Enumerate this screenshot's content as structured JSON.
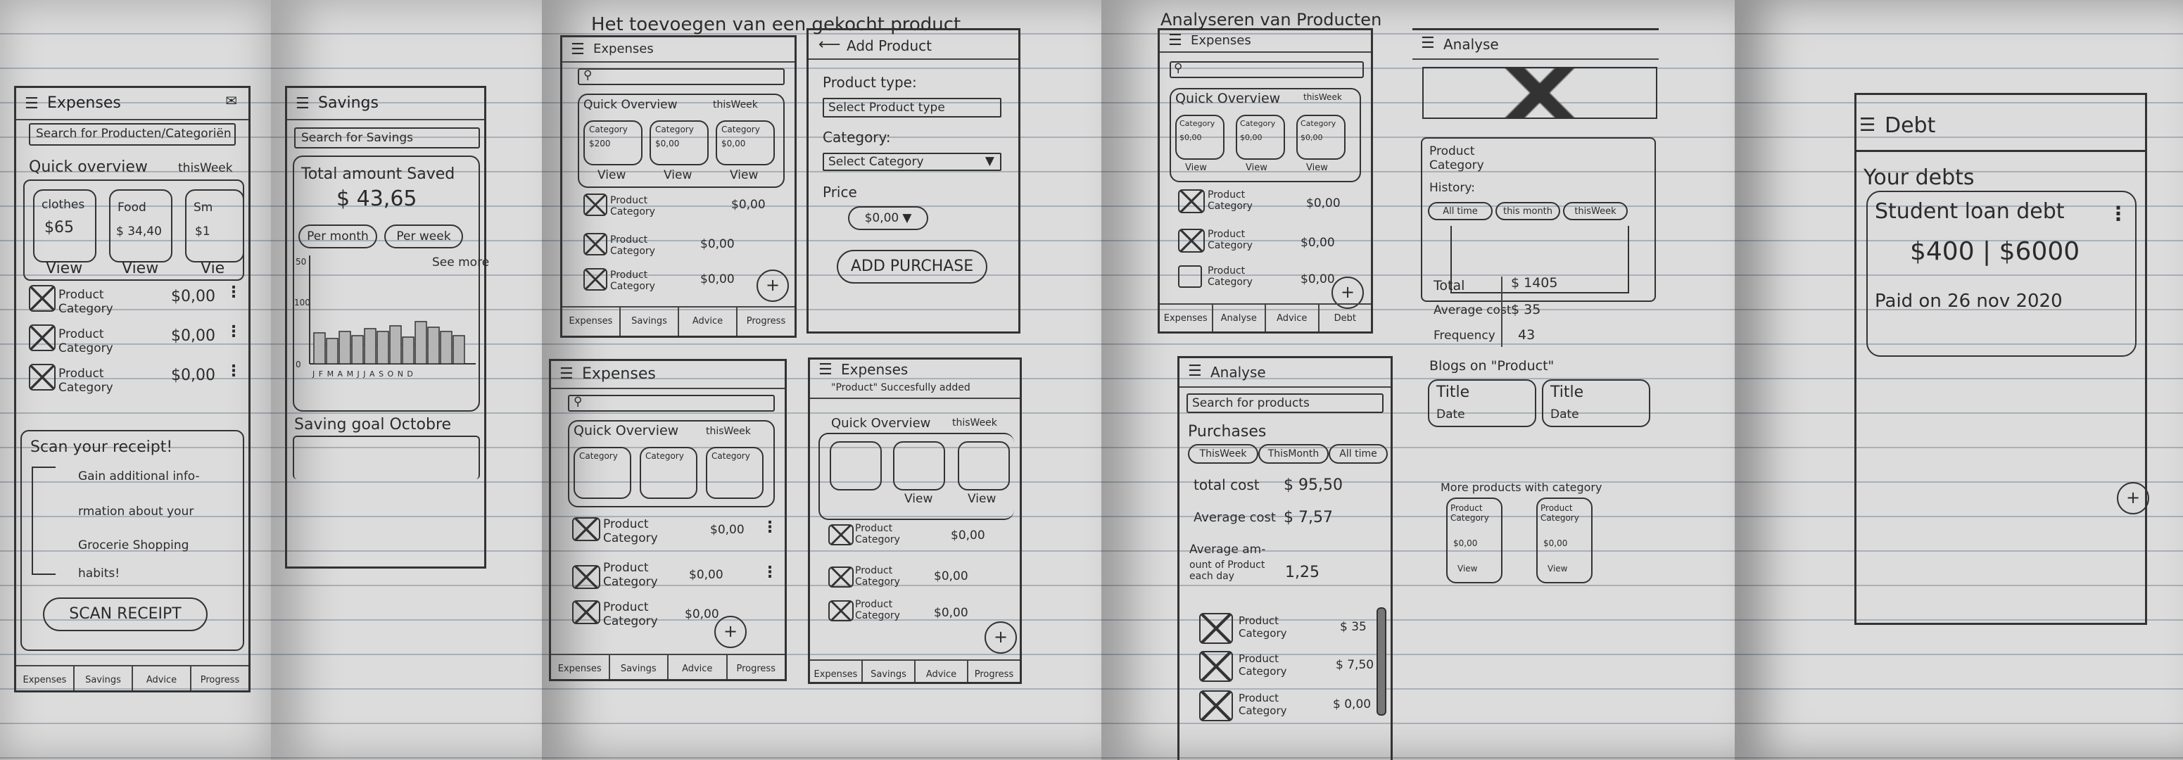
{
  "sketch1": {
    "expenses_title": "Expenses",
    "search": "Search for Producten/Categoriën",
    "quick_overview": "Quick overview",
    "this_week": "thisWeek",
    "cards": [
      {
        "label": "clothes",
        "value": "$65",
        "btn": "View"
      },
      {
        "label": "Food",
        "value": "$ 34,40",
        "btn": "View"
      },
      {
        "label": "Sm",
        "value": "$1",
        "btn": "Vie"
      }
    ],
    "products": [
      {
        "name": "Product Category",
        "price": "$0,00"
      },
      {
        "name": "Product Category",
        "price": "$0,00"
      },
      {
        "name": "Product Category",
        "price": "$0,00"
      }
    ],
    "scan_title": "Scan your receipt!",
    "scan_text": [
      "Gain additional info-",
      "rmation about your",
      "Grocerie Shopping",
      "habits!"
    ],
    "scan_button": "SCAN RECEIPT",
    "nav": [
      "Expenses",
      "Savings",
      "Advice",
      "Progress"
    ],
    "savings_title": "Savings",
    "savings_search": "Search for Savings",
    "total_label": "Total amount Saved",
    "total_value": "$ 43,65",
    "per_month": "Per month",
    "per_week": "Per week",
    "see_more": "See more",
    "y_top": "50",
    "y_mid": "100",
    "y_zero": "0",
    "months": "J F M A M J J A S O N D",
    "saving_goal": "Saving goal Octobre"
  },
  "sketch2": {
    "heading": "Het toevoegen van een gekocht product",
    "expenses_title": "Expenses",
    "quick_overview": "Quick Overview",
    "this_week": "thisWeek",
    "cards": [
      {
        "label": "Category",
        "value": "$200",
        "btn": "View"
      },
      {
        "label": "Category",
        "value": "$0,00",
        "btn": "View"
      },
      {
        "label": "Category",
        "value": "$0,00",
        "btn": "View"
      }
    ],
    "products": [
      {
        "name": "Product Category",
        "price": "$0,00"
      },
      {
        "name": "Product Category",
        "price": "$0,00"
      },
      {
        "name": "Product Category",
        "price": "$0,00"
      }
    ],
    "nav": [
      "Expenses",
      "Savings",
      "Advice",
      "Progress"
    ],
    "add_title": "Add Product",
    "product_type": "Product type:",
    "select_type": "Select Product type",
    "category_label": "Category:",
    "select_category": "Select Category",
    "price_label": "Price",
    "price_value": "$0,00",
    "add_purchase": "ADD PURCHASE",
    "success_msg": "\"Product\" Succesfully added"
  },
  "sketch3": {
    "heading": "Analyseren van Producten",
    "expenses_title": "Expenses",
    "quick_overview": "Quick Overview",
    "this_week": "thisWeek",
    "cards": [
      {
        "label": "Category",
        "value": "$0,00",
        "btn": "View"
      },
      {
        "label": "Category",
        "value": "$0,00",
        "btn": "View"
      },
      {
        "label": "Category",
        "value": "$0,00",
        "btn": "View"
      }
    ],
    "products": [
      {
        "name": "Product Category",
        "price": "$0,00"
      },
      {
        "name": "Product Category",
        "price": "$0,00"
      },
      {
        "name": "Product Category",
        "price": "$0,00"
      }
    ],
    "nav": [
      "Expenses",
      "Analyse",
      "Advice",
      "Debt"
    ],
    "analyse_title": "Analyse",
    "search": "Search for products",
    "purchases": "Purchases",
    "filters": [
      "ThisWeek",
      "ThisMonth",
      "All time"
    ],
    "total_cost_label": "total cost",
    "total_cost_value": "$ 95,50",
    "avg_cost_label": "Average cost",
    "avg_cost_value": "$ 7,57",
    "avg_amount_label": "Average am-",
    "avg_amount_sub": "ount of Product each day",
    "avg_amount_value": "1,25",
    "list": [
      {
        "name": "Product Category",
        "price": "$ 35"
      },
      {
        "name": "Product Category",
        "price": "$ 7,50"
      },
      {
        "name": "Product Category",
        "price": "$ 0,00"
      }
    ],
    "detail_title": "Analyse",
    "detail_product": "Product",
    "detail_category": "Category",
    "history": "History:",
    "history_filters": [
      "All time",
      "this month",
      "thisWeek"
    ],
    "stats": [
      {
        "label": "Total",
        "value": "$ 1405"
      },
      {
        "label": "Average cost",
        "value": "$ 35"
      },
      {
        "label": "Frequency",
        "value": "43"
      }
    ],
    "blogs": "Blogs on \"Product\"",
    "blog_title": "Title",
    "blog_date": "Date",
    "more": "More products with category",
    "more_items": [
      {
        "name": "Product Category",
        "value": "$0,00",
        "btn": "View"
      },
      {
        "name": "Product Category",
        "value": "$0,00",
        "btn": "View"
      }
    ]
  },
  "sketch4": {
    "title": "Debt",
    "your_debts": "Your debts",
    "card_title": "Student loan debt",
    "amount": "$400 | $6000",
    "paid_on": "Paid on 26 nov 2020"
  }
}
